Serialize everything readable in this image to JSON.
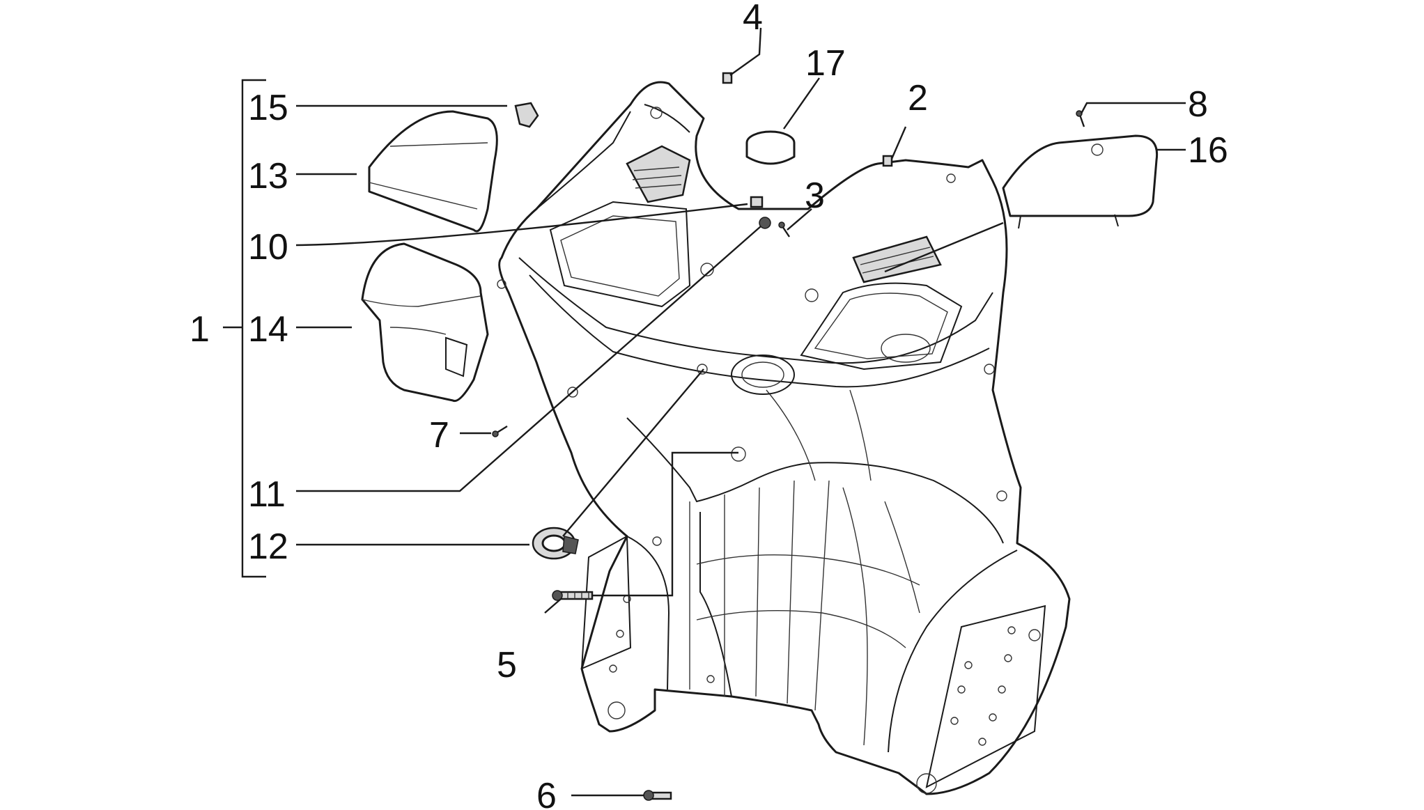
{
  "callouts": [
    {
      "id": "1",
      "text": "1"
    },
    {
      "id": "2",
      "text": "2"
    },
    {
      "id": "3",
      "text": "3"
    },
    {
      "id": "4",
      "text": "4"
    },
    {
      "id": "5",
      "text": "5"
    },
    {
      "id": "6",
      "text": "6"
    },
    {
      "id": "7",
      "text": "7"
    },
    {
      "id": "8",
      "text": "8"
    },
    {
      "id": "10",
      "text": "10"
    },
    {
      "id": "11",
      "text": "11"
    },
    {
      "id": "12",
      "text": "12"
    },
    {
      "id": "13",
      "text": "13"
    },
    {
      "id": "14",
      "text": "14"
    },
    {
      "id": "15",
      "text": "15"
    },
    {
      "id": "16",
      "text": "16"
    },
    {
      "id": "17",
      "text": "17"
    }
  ]
}
